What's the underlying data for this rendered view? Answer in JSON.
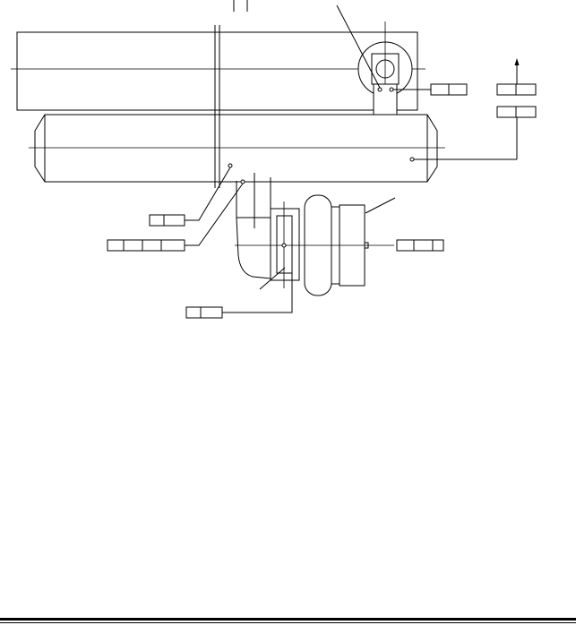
{
  "diagram": {
    "type": "technical-schematic",
    "description_visible_text": [],
    "components": [
      {
        "name": "upper-cylinder"
      },
      {
        "name": "lower-tank"
      },
      {
        "name": "pulley-wheel"
      },
      {
        "name": "turbocharger-unit"
      }
    ],
    "label_boxes": [
      {
        "name": "label-box-pulley-right",
        "cells": 2
      },
      {
        "name": "label-box-far-right-upper",
        "cells": 2
      },
      {
        "name": "label-box-far-right-lower",
        "cells": 2
      },
      {
        "name": "label-box-left-small",
        "cells": 2
      },
      {
        "name": "label-box-left-long",
        "cells": 4
      },
      {
        "name": "label-box-right-turbo",
        "cells": 3
      },
      {
        "name": "label-box-bottom",
        "cells": 2
      }
    ]
  },
  "colors": {
    "ink": "#000000",
    "paper": "#ffffff"
  }
}
